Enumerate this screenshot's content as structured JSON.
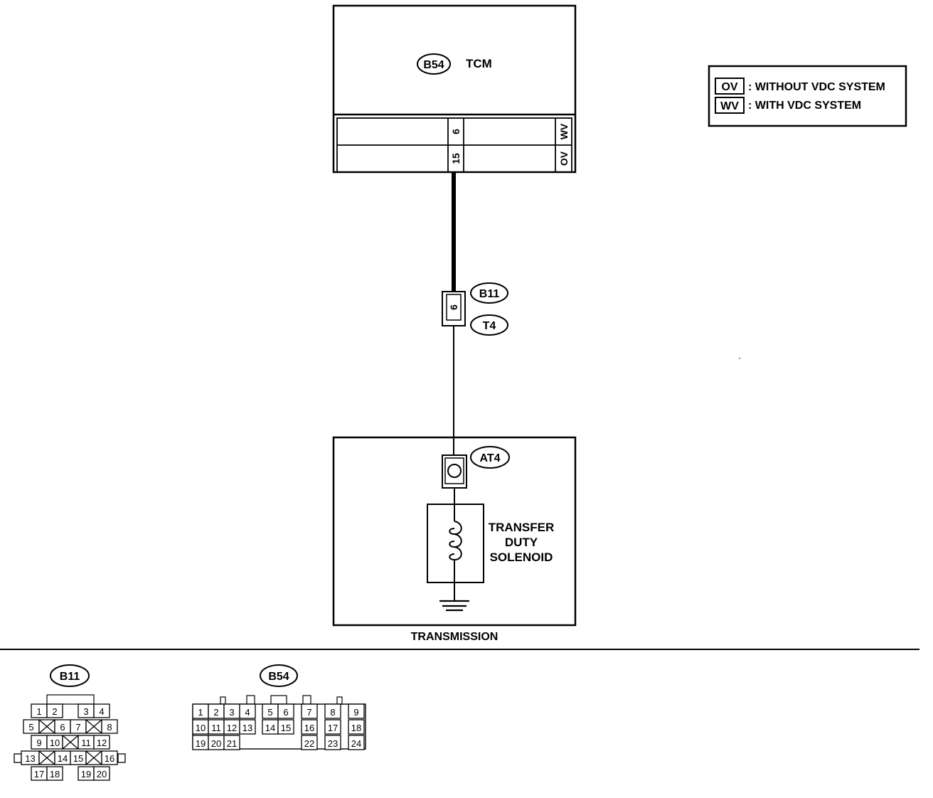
{
  "tcm": {
    "code": "B54",
    "label": "TCM",
    "pin_top": "6",
    "pin_bottom": "15",
    "tag_top": "WV",
    "tag_bottom": "OV"
  },
  "legend": [
    {
      "tag": "OV",
      "text": ": WITHOUT VDC SYSTEM"
    },
    {
      "tag": "WV",
      "text": ": WITH VDC SYSTEM"
    }
  ],
  "connector_mid": {
    "pin": "6",
    "code_top": "B11",
    "code_bottom": "T4"
  },
  "connector_solenoid": {
    "code": "AT4"
  },
  "solenoid": {
    "line1": "TRANSFER",
    "line2": "DUTY",
    "line3": "SOLENOID"
  },
  "transmission_label": "TRANSMISSION",
  "face_b11": {
    "code": "B11",
    "rows": [
      [
        "1",
        "2",
        "3",
        "4"
      ],
      [
        "5",
        "6",
        "7",
        "8"
      ],
      [
        "9",
        "10",
        "11",
        "12"
      ],
      [
        "13",
        "14",
        "15",
        "16"
      ],
      [
        "17",
        "18",
        "19",
        "20"
      ]
    ]
  },
  "face_b54": {
    "code": "B54",
    "rows": [
      [
        "1",
        "2",
        "3",
        "4",
        "5",
        "6",
        "7",
        "8",
        "9"
      ],
      [
        "10",
        "11",
        "12",
        "13",
        "14",
        "15",
        "16",
        "17",
        "18"
      ],
      [
        "19",
        "20",
        "21",
        "22",
        "23",
        "24"
      ]
    ]
  }
}
